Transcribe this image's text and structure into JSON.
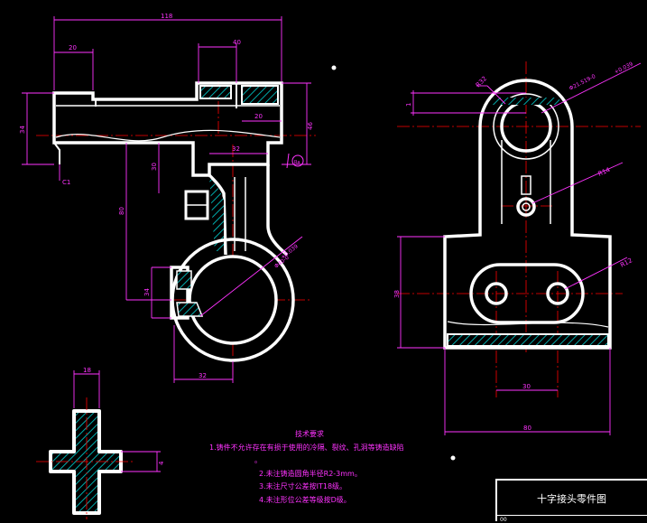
{
  "drawing": {
    "colors": {
      "background": "#000000",
      "outline": "#ffffff",
      "dimension": "#ff33ff",
      "center": "#ff0000",
      "hatch": "#00aaaa"
    },
    "front_view": {
      "dims": {
        "d118": "118",
        "d20": "20",
        "d40": "40",
        "d34": "34",
        "d20b": "20",
        "d46": "46",
        "d32": "32",
        "d30": "30",
        "d80": "80",
        "d34b": "34",
        "d32b": "32",
        "c1": "C1",
        "tol_top": "+0.039",
        "tol_bot": "Φ40-0",
        "ra": "Ra"
      }
    },
    "side_view": {
      "dims": {
        "r32": "R32",
        "tol": "Φ21.519-0",
        "tol_top": "+0.039",
        "r14": "R14",
        "d38": "38",
        "r12": "R12",
        "d30": "30",
        "d80": "80",
        "d1": "1"
      }
    },
    "section": {
      "dims": {
        "d18": "18",
        "d4": "4"
      }
    },
    "notes": {
      "title": "技术要求",
      "lines": [
        "1.铸件不允许存在有损于使用的冷隔、裂纹、孔洞等铸造缺陷",
        "。",
        "2.未注铸造圆角半径R2-3mm。",
        "3.未注尺寸公差按IT18级。",
        "4.未注形位公差等级按D级。"
      ]
    },
    "title_block": {
      "name": "十字接头零件图",
      "cell": "00"
    }
  }
}
